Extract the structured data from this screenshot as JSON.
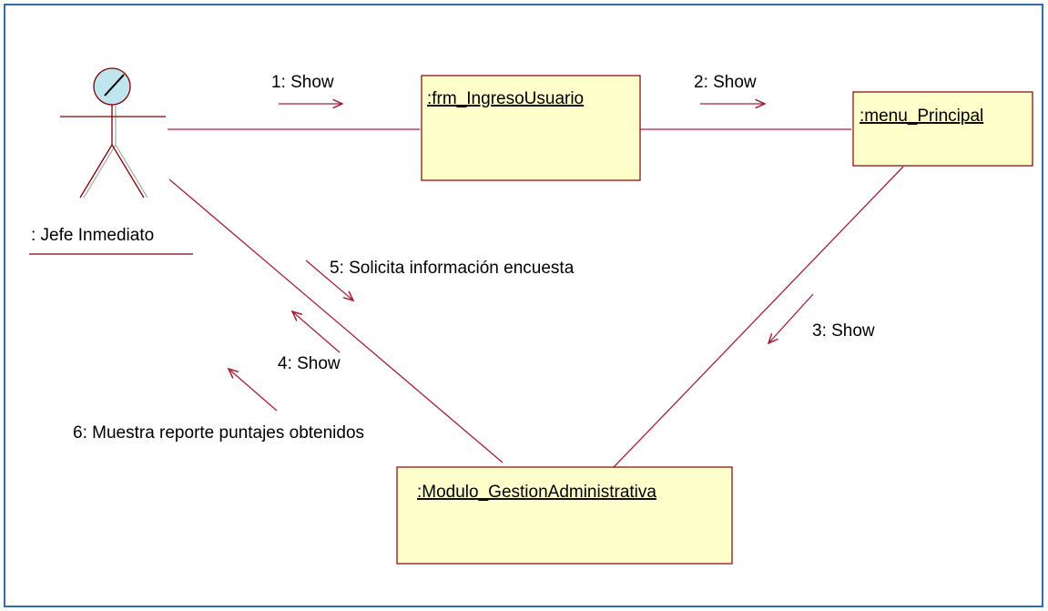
{
  "caption": {
    "title_fragment": "",
    "title_fragment2": ""
  },
  "actor": {
    "name": ": Jefe Inmediato"
  },
  "objects": {
    "frm": ":frm_IngresoUsuario",
    "menu": ":menu_Principal",
    "modulo": ":Modulo_GestionAdministrativa"
  },
  "messages": {
    "m1": "1: Show",
    "m2": "2: Show",
    "m3": "3: Show",
    "m4": "4: Show",
    "m5": "5: Solicita información encuesta",
    "m6": "6: Muestra reporte puntajes obtenidos"
  },
  "colors": {
    "border": "#2f6db3",
    "object_fill": "#ffffcc",
    "object_stroke": "#800000",
    "link": "#a0203a",
    "actor_head": "#bfe6ef"
  }
}
